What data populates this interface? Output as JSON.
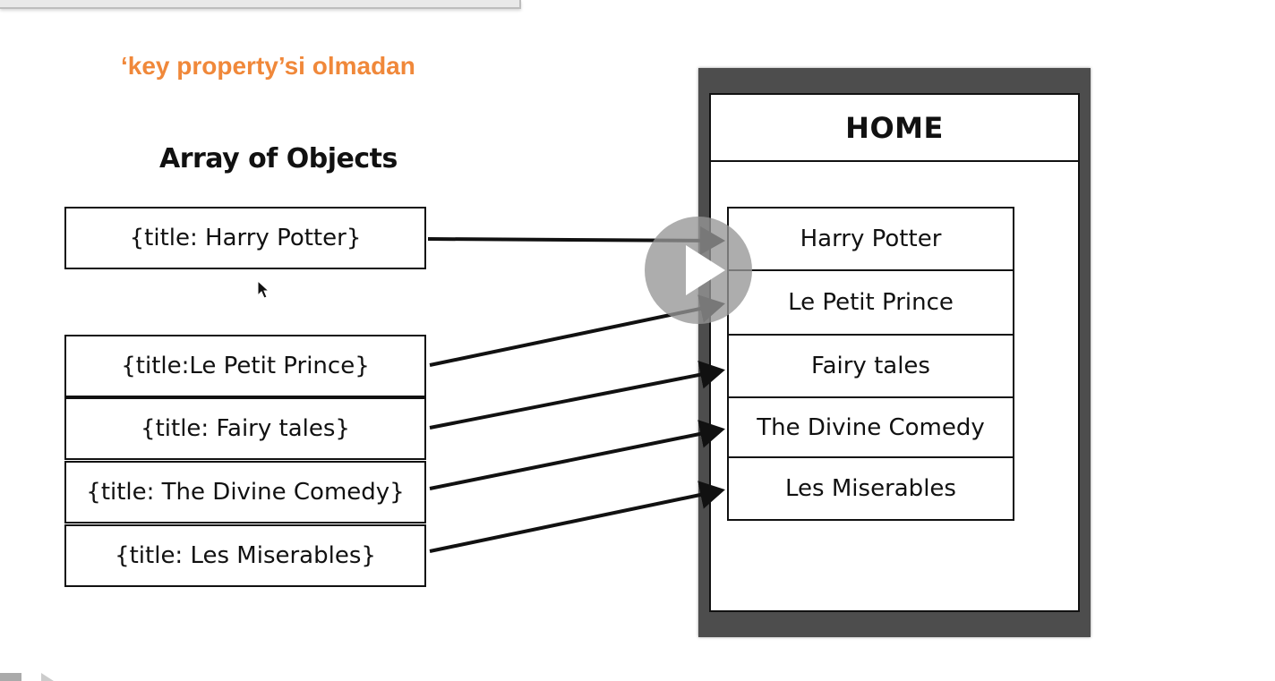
{
  "slide": {
    "subtitle": "‘key property’si olmadan",
    "array_title": "Array of Objects",
    "objects": [
      "{title: Harry Potter}",
      "{title:Le Petit Prince}",
      "{title: Fairy tales}",
      "{title: The Divine Comedy}",
      "{title: Les Miserables}"
    ],
    "home": {
      "header": "HOME",
      "items": [
        "Harry Potter",
        "Le Petit Prince",
        "Fairy tales",
        "The Divine Comedy",
        "Les Miserables"
      ]
    }
  },
  "video": {
    "play_icon": "play-icon"
  },
  "colors": {
    "subtitle": "#f0883a",
    "phone_frame": "#4d4d4d",
    "play_overlay": "#969696"
  }
}
